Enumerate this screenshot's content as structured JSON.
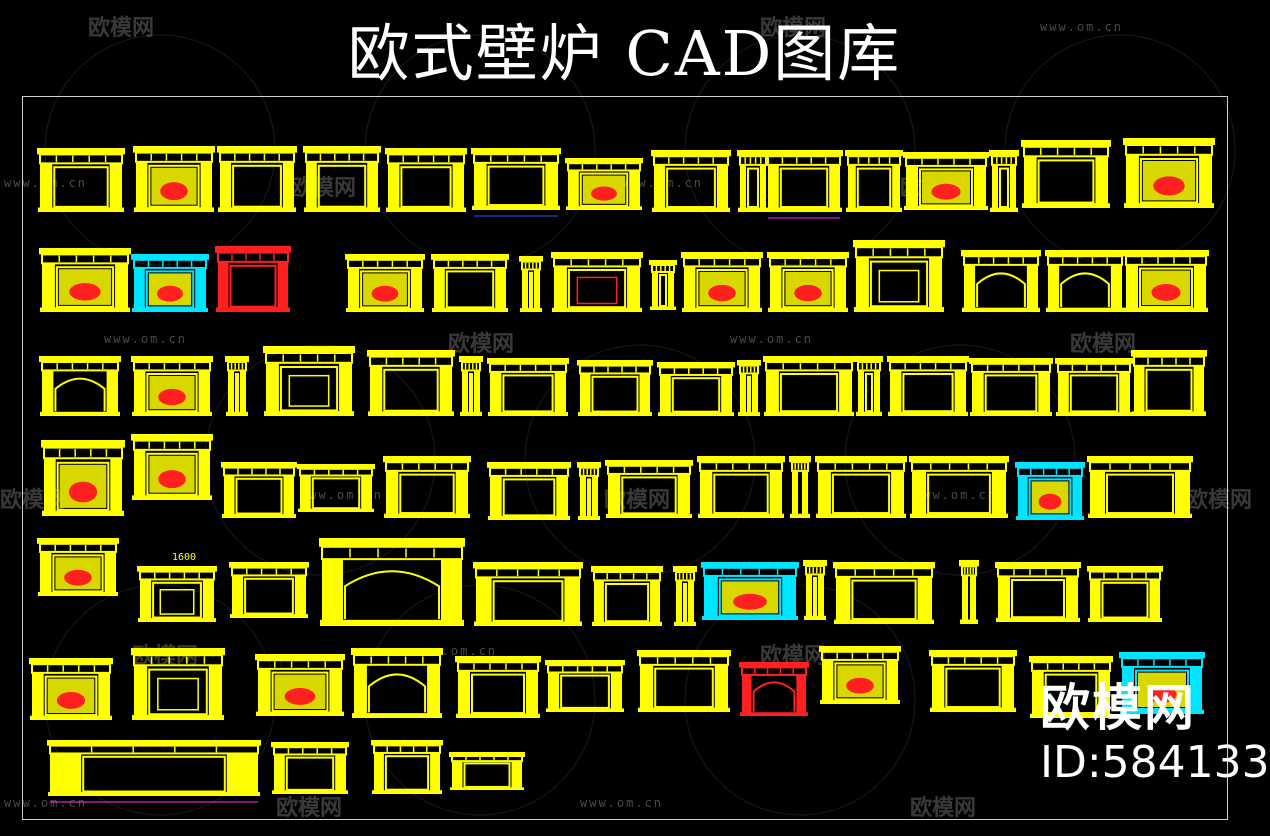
{
  "title": "欧式壁炉 CAD图库",
  "watermark": {
    "brand": "欧模网",
    "url": "www.om.cn"
  },
  "logo": {
    "brand": "欧模网",
    "id": "ID:584133"
  },
  "dimension_label": "1600",
  "colors": {
    "background": "#000000",
    "primary_lines": "#ffff00",
    "accent_red": "#ff2020",
    "accent_cyan": "#00e5ff",
    "accent_blue": "#3050ff",
    "accent_magenta": "#ff30ff",
    "frame": "#cfcfcf"
  }
}
